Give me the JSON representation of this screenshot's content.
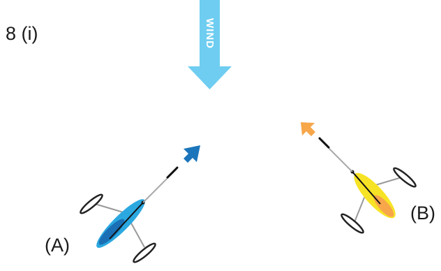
{
  "figure": {
    "number_label": "8 (i)"
  },
  "wind": {
    "label": "WIND",
    "color": "#6ecdf0"
  },
  "boats": [
    {
      "id": "A",
      "label": "(A)",
      "hull_color": "#2ba8e0",
      "hull_shade_color": "#1a6fb5",
      "arrow_color": "#1b75bb"
    },
    {
      "id": "B",
      "label": "(B)",
      "hull_color": "#f7e326",
      "hull_shade_color": "#f7a64a",
      "arrow_color": "#f7a64a"
    }
  ]
}
